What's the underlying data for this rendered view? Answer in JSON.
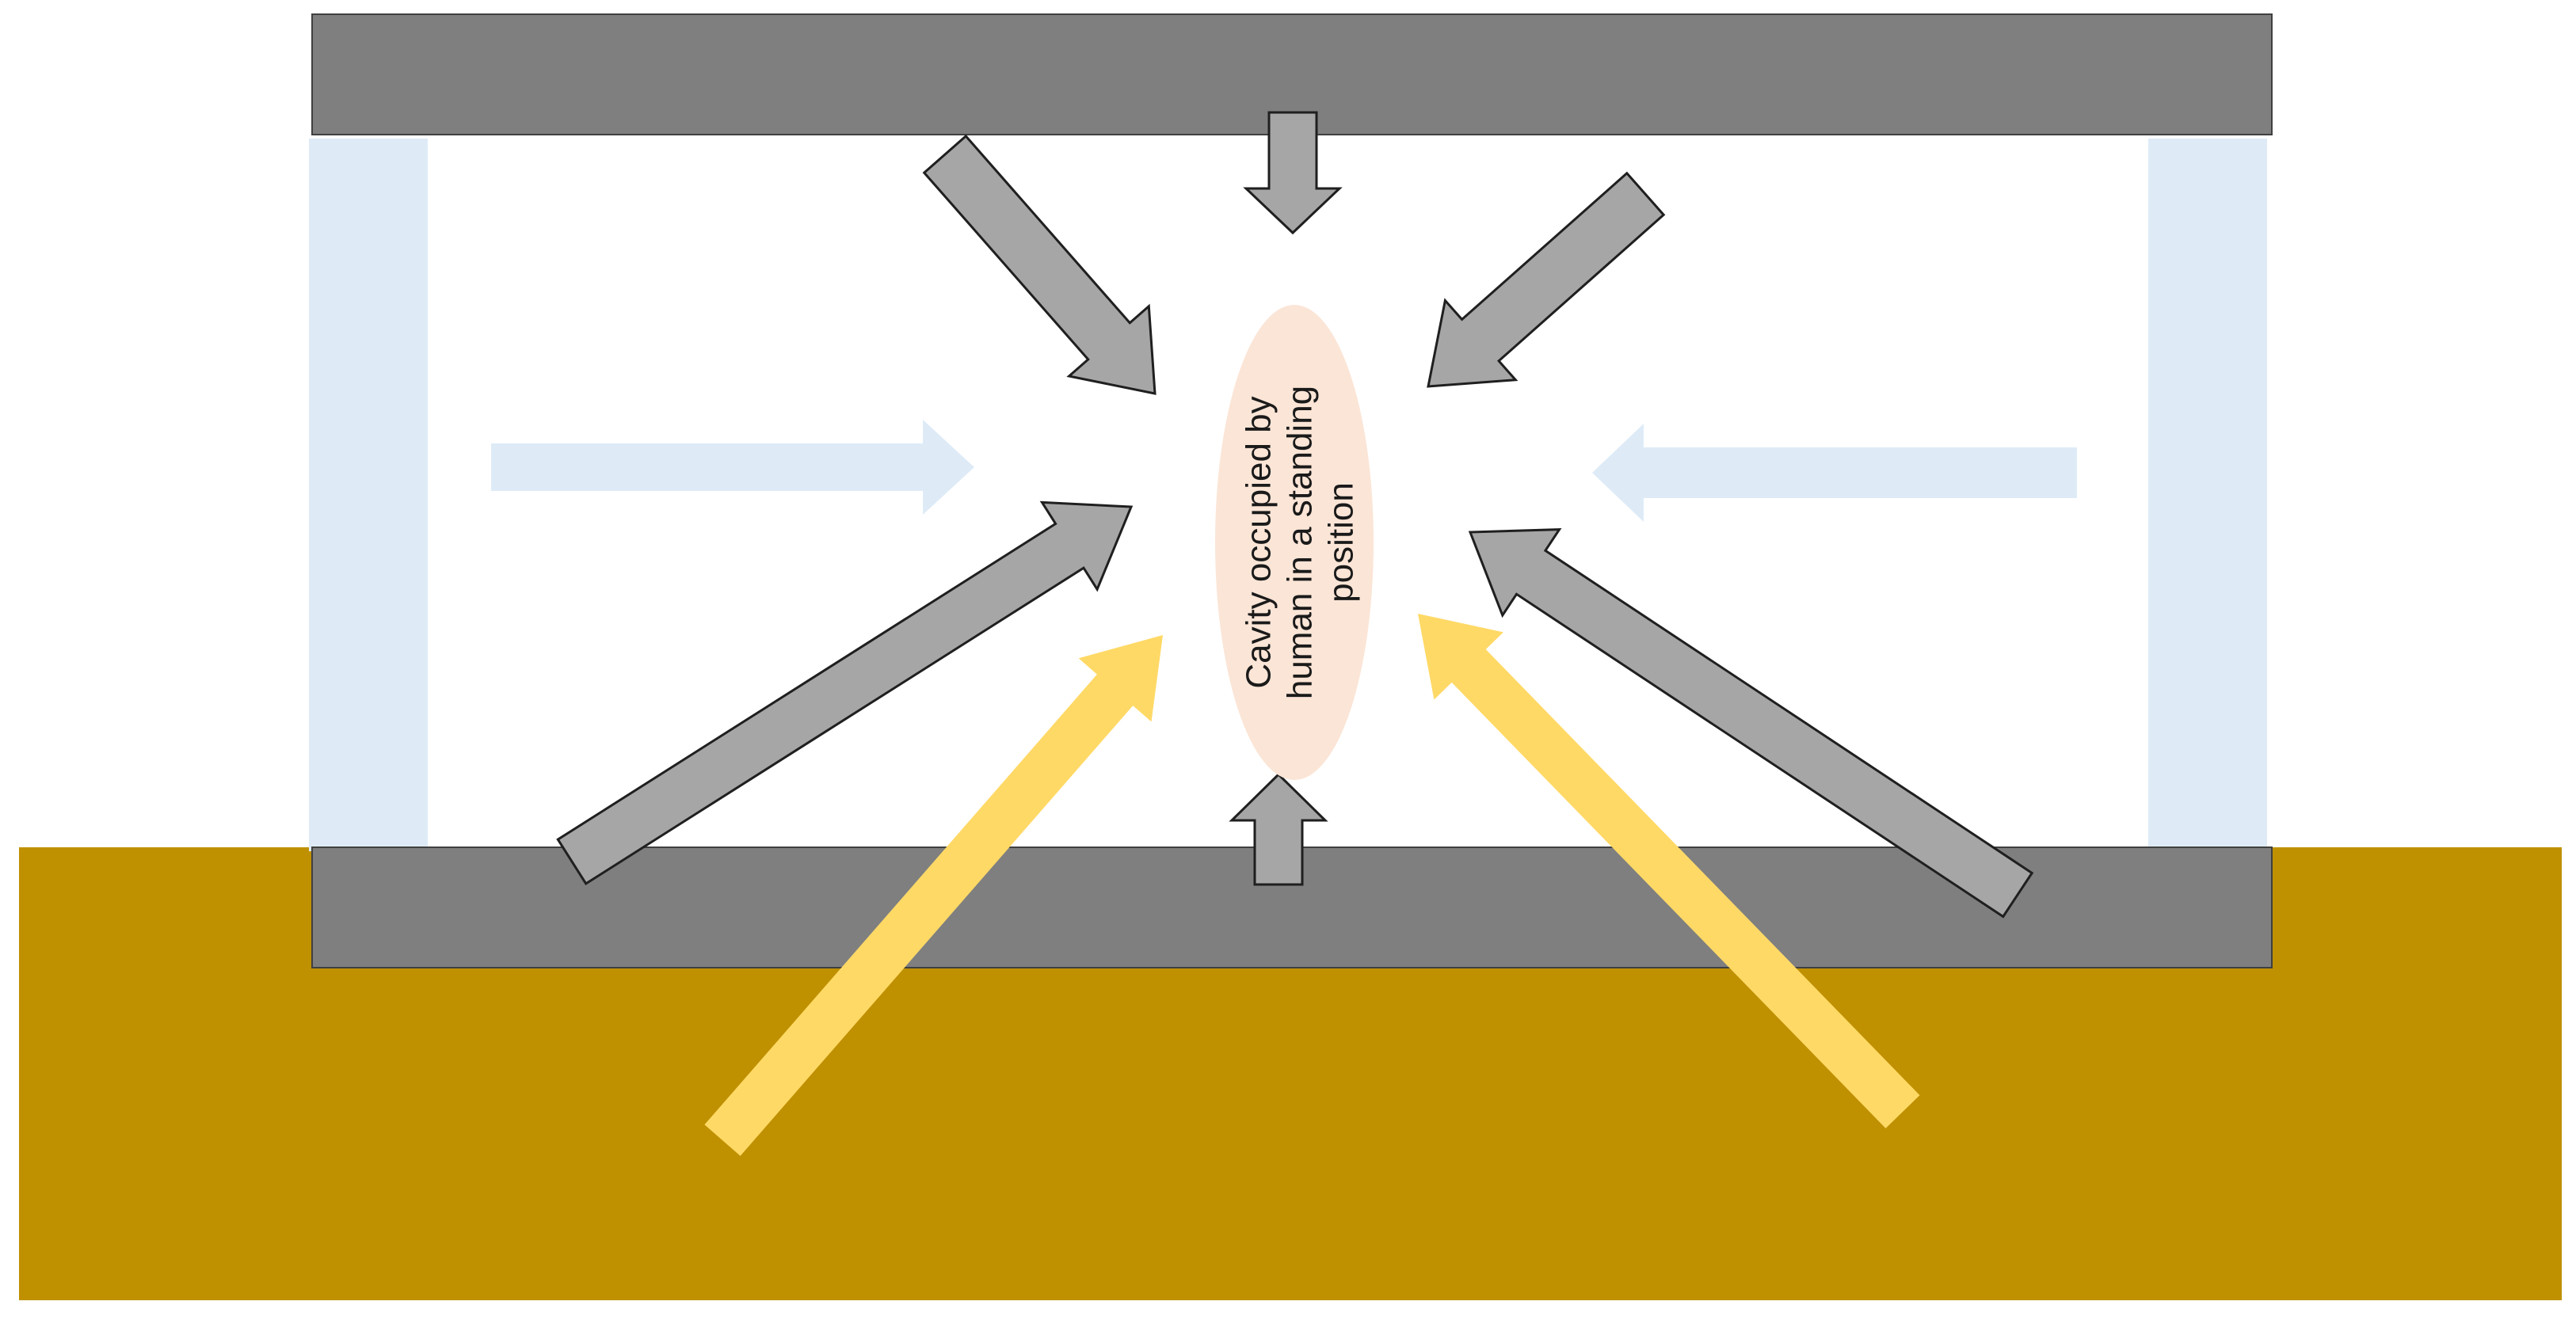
{
  "cavity": {
    "label_lines": [
      "Cavity occupied by",
      "human in a standing",
      "position"
    ]
  },
  "colors": {
    "ground": "#bf9000",
    "slab": "#7f7f7f",
    "wall": "#deebf7",
    "cavity_fill": "#fbe5d6",
    "grey_arrow": "#a6a6a6",
    "yellow_arrow": "#ffd966",
    "blue_arrow": "#deebf7",
    "outline": "#1f1f1f"
  }
}
